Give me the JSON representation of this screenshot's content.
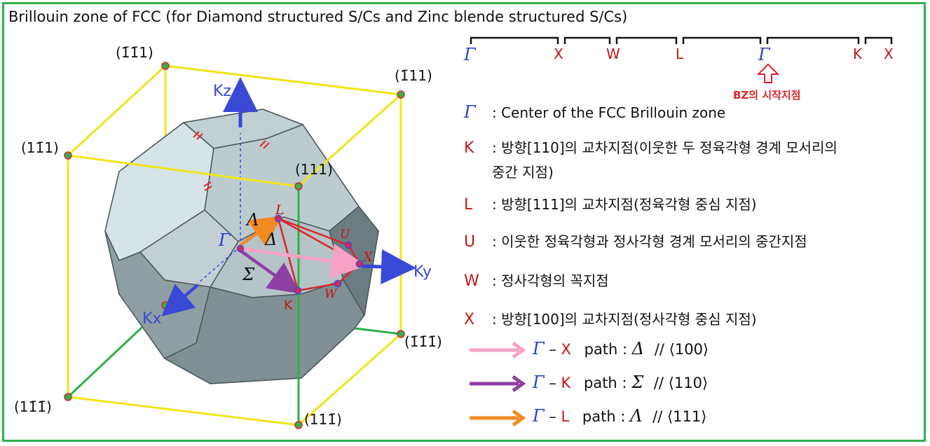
{
  "title": "Brillouin zone of FCC (for Diamond structured S/Cs and Zinc blende structured S/Cs)",
  "colors": {
    "frame": "#2fb04a",
    "cube": "#f2e41a",
    "face": "#b9c8cc",
    "path": "#e0232b",
    "gamma": "#2a3fd0",
    "label_red": "#c01818"
  },
  "corners": {
    "m1m11": "(1̄1̄1)",
    "m111": "(1̄11)",
    "1m11": "(11̄1)",
    "111": "(111)",
    "m1m1m1": "(1̄1̄1̄)",
    "1m1m1": "(11̄1̄)",
    "11m1": "(111̄)"
  },
  "axes": {
    "kz": "Kz",
    "ky": "Ky",
    "kx": "Kx"
  },
  "points": {
    "gamma": "Γ",
    "L": "L",
    "U": "U",
    "X": "X",
    "W": "W",
    "K": "K",
    "Lambda": "Λ",
    "Delta": "Δ",
    "Sigma": "Σ"
  },
  "path_bar": {
    "labels": [
      "Γ",
      "X",
      "W",
      "L",
      "Γ",
      "K",
      "X"
    ],
    "start_note": "BZ의 시작지점"
  },
  "legend": [
    {
      "sym": "Γ",
      "text": ": Center of the FCC Brillouin zone"
    },
    {
      "sym": "K",
      "text": ": 방향[110]의 교차지점(이웃한 두 정육각형 경계 모서리의",
      "text2": "중간 지점)"
    },
    {
      "sym": "L",
      "text": ": 방향[111]의 교차지점(정육각형 중심 지점)"
    },
    {
      "sym": "U",
      "text": ": 이웃한 정육각형과 정사각형 경계 모서리의 중간지점"
    },
    {
      "sym": "W",
      "text": ": 정사각형의 꼭지점"
    },
    {
      "sym": "X",
      "text": ": 방향[100]의 교차지점(정사각형 중심 지점)"
    }
  ],
  "paths": [
    {
      "from": "Γ",
      "to": "X",
      "prefix": "path :",
      "greek": "Δ",
      "dir": "// ⟨100⟩",
      "color": "#f6a3c5"
    },
    {
      "from": "Γ",
      "to": "K",
      "prefix": "path :",
      "greek": "Σ",
      "dir": "// ⟨110⟩",
      "color": "#8e3fa3"
    },
    {
      "from": "Γ",
      "to": "L",
      "prefix": "path :",
      "greek": "Λ",
      "dir": "// ⟨111⟩",
      "color": "#f28a22"
    }
  ]
}
